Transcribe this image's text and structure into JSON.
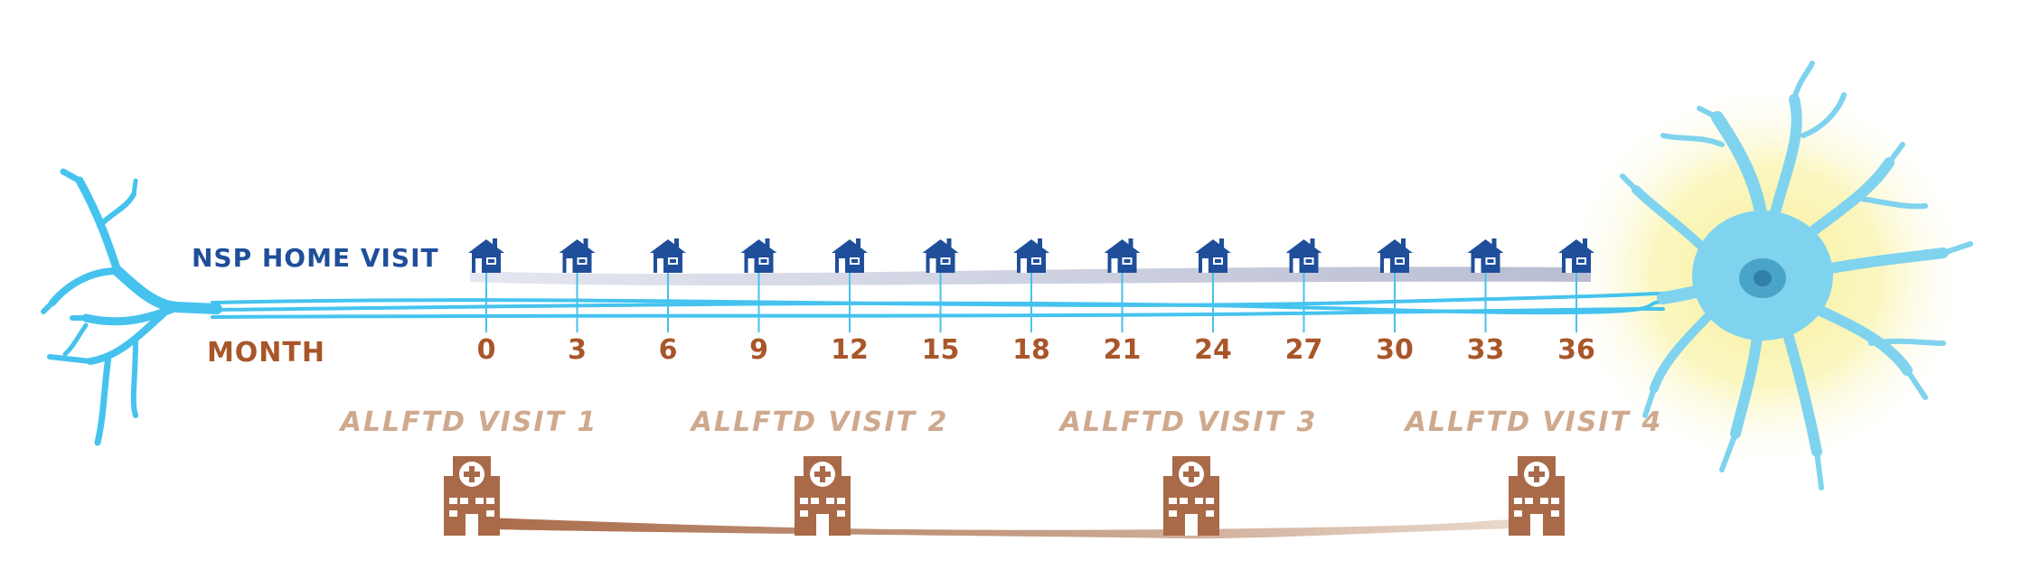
{
  "nsp_label": "NSP HOME VISIT",
  "month_label": "MONTH",
  "months": [
    "0",
    "3",
    "6",
    "9",
    "12",
    "15",
    "18",
    "21",
    "24",
    "27",
    "30",
    "33",
    "36"
  ],
  "allftd_visits": [
    "ALLFTD VISIT 1",
    "ALLFTD VISIT 2",
    "ALLFTD VISIT 3",
    "ALLFTD VISIT 4"
  ],
  "colors": {
    "home_blue": "#1f4e9a",
    "axon_blue": "#45c3ee",
    "month_brown": "#a8562a",
    "visit_label_tan": "#cfa98e",
    "hospital_brown": "#a86a49",
    "glow_yellow": "#f7f09a"
  },
  "icons": {
    "home_visit": "house-icon",
    "allftd_visit": "hospital-icon",
    "neuron_body": "neuron-icon",
    "dendrites": "dendrite-icon"
  }
}
